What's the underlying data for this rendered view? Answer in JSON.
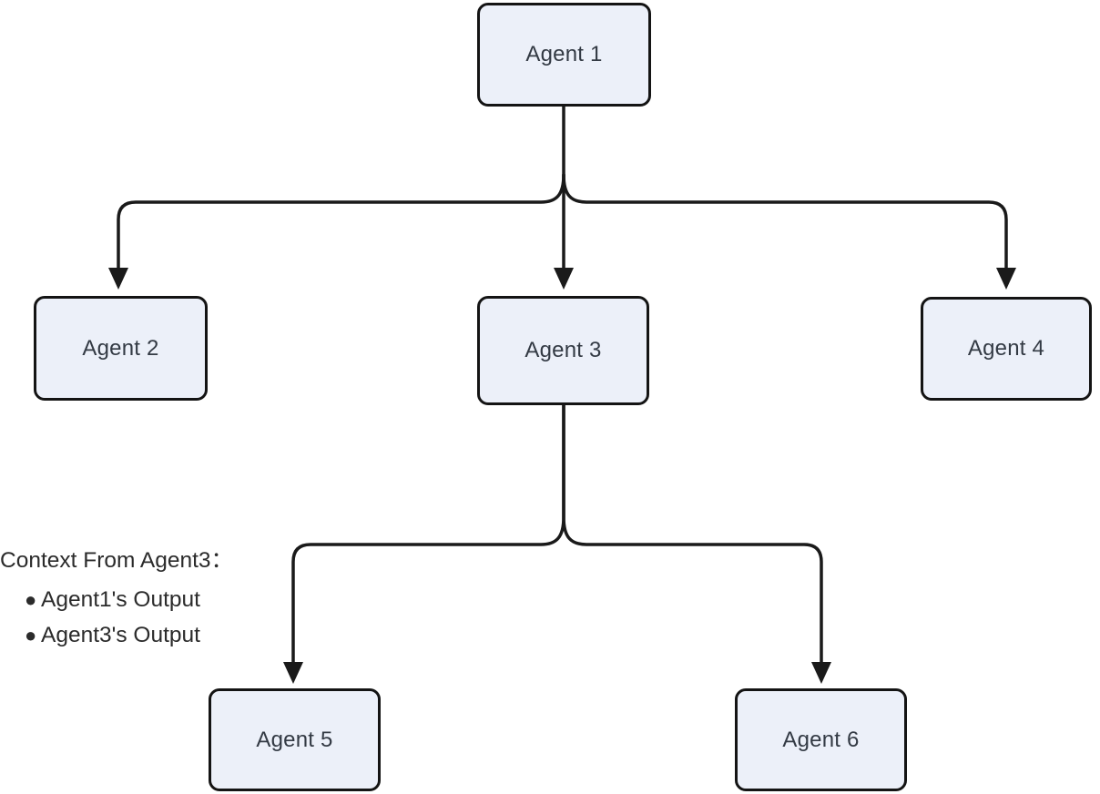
{
  "diagram": {
    "type": "flowchart-top-down",
    "nodes": [
      {
        "id": "agent1",
        "label": "Agent 1"
      },
      {
        "id": "agent2",
        "label": "Agent 2"
      },
      {
        "id": "agent3",
        "label": "Agent 3"
      },
      {
        "id": "agent4",
        "label": "Agent 4"
      },
      {
        "id": "agent5",
        "label": "Agent 5"
      },
      {
        "id": "agent6",
        "label": "Agent 6"
      }
    ],
    "edges": [
      {
        "from": "agent1",
        "to": "agent2"
      },
      {
        "from": "agent1",
        "to": "agent3"
      },
      {
        "from": "agent1",
        "to": "agent4"
      },
      {
        "from": "agent3",
        "to": "agent5"
      },
      {
        "from": "agent3",
        "to": "agent6"
      }
    ],
    "note": {
      "title": "Context From Agent3：",
      "items": [
        "Agent1's Output",
        "Agent3's Output"
      ]
    },
    "colors": {
      "node_fill": "#ECF0F9",
      "node_border": "#141414",
      "edge_line": "#1A1A1A",
      "text": "#333A44",
      "background": "#FFFFFF"
    }
  }
}
